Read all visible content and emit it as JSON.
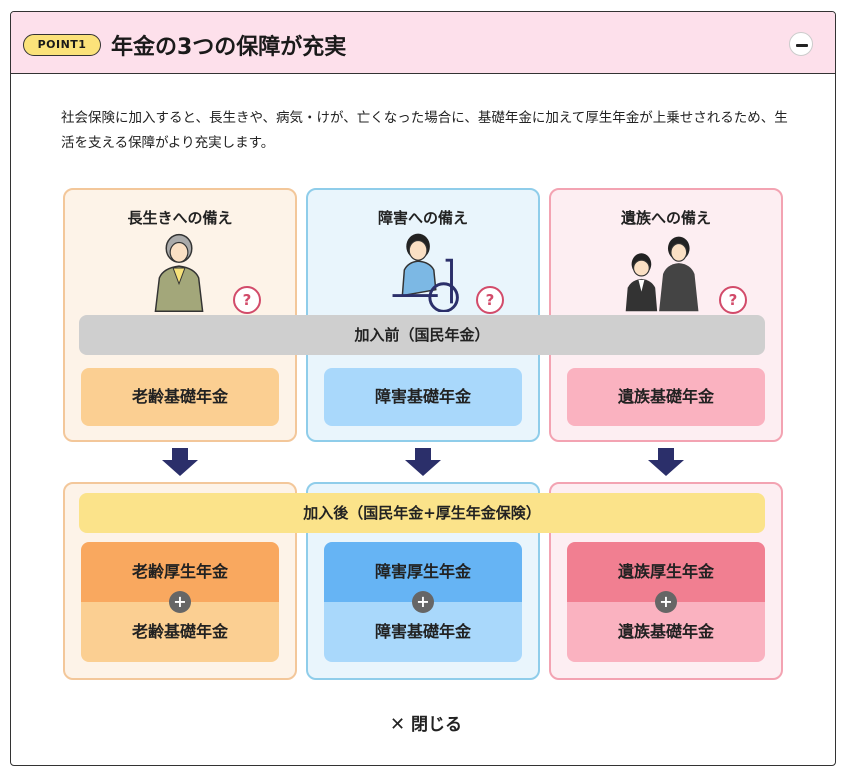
{
  "header": {
    "badge": "POINT1",
    "title": "年金の3つの保障が充実",
    "collapse_icon": "minus-icon"
  },
  "intro": "社会保険に加入すると、長生きや、病気・けが、亡くなった場合に、基礎年金に加えて厚生年金が上乗せされるため、生活を支える保障がより充実します。",
  "columns": [
    {
      "heading": "長生きへの備え",
      "before": "老齢基礎年金",
      "after_top": "老齢厚生年金",
      "after_bottom": "老齢基礎年金"
    },
    {
      "heading": "障害への備え",
      "before": "障害基礎年金",
      "after_top": "障害厚生年金",
      "after_bottom": "障害基礎年金"
    },
    {
      "heading": "遺族への備え",
      "before": "遺族基礎年金",
      "after_top": "遺族厚生年金",
      "after_bottom": "遺族基礎年金"
    }
  ],
  "before_banner": "加入前（国民年金）",
  "after_banner": "加入後（国民年金+厚生年金保険）",
  "question_mark": "?",
  "plus_mark": "+",
  "close": {
    "icon": "✕",
    "label": "閉じる"
  },
  "colors": {
    "header_bg": "#fde0eb",
    "badge_bg": "#fbe27a",
    "arrow": "#2b2f6a",
    "question": "#d24b6a"
  }
}
